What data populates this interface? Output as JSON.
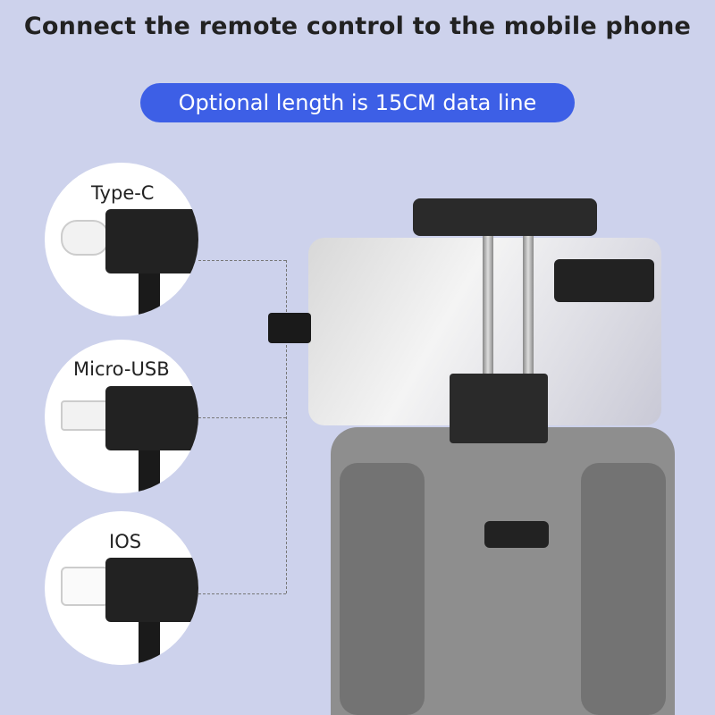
{
  "header": {
    "title": "Connect the remote control to the mobile phone",
    "subtitle": "Optional length is 15CM data line"
  },
  "colors": {
    "background": "#cdd2ec",
    "accent": "#3d5fe6"
  },
  "connectors": [
    {
      "label": "Type-C"
    },
    {
      "label": "Micro-USB"
    },
    {
      "label": "IOS"
    }
  ]
}
